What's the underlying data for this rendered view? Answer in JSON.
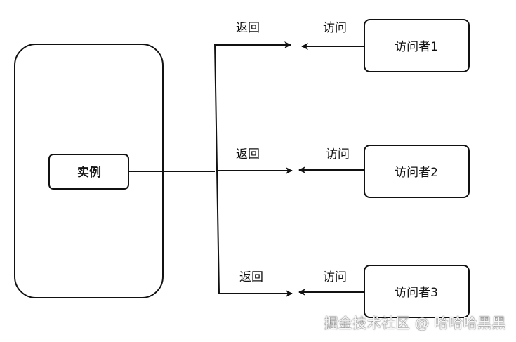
{
  "container": {
    "label": ""
  },
  "instance": {
    "label": "实例"
  },
  "visitors": [
    {
      "label": "访问者1",
      "visit_label": "访问",
      "return_label": "返回"
    },
    {
      "label": "访问者2",
      "visit_label": "访问",
      "return_label": "返回"
    },
    {
      "label": "访问者3",
      "visit_label": "访问",
      "return_label": "返回"
    }
  ],
  "watermark": "掘金技术社区 @ 哈哈哈黑黑"
}
